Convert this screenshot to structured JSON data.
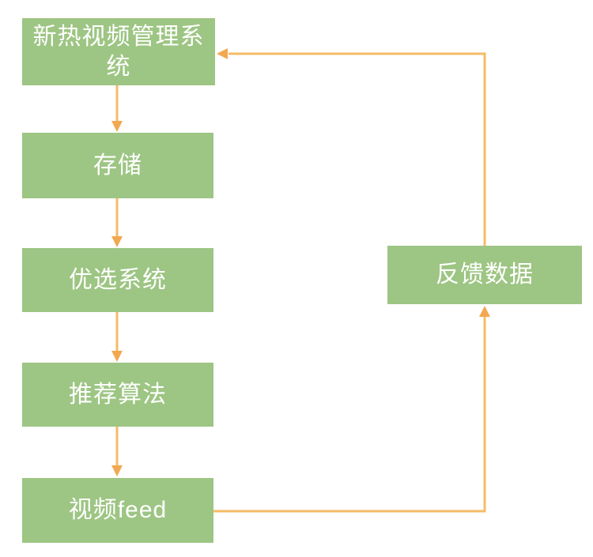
{
  "diagram": {
    "type": "flowchart",
    "background": "#FFFFFF",
    "colors": {
      "node_fill": "#9DC583",
      "node_text": "#FFFFFF",
      "connector_line": "#F5BB64",
      "connector_arrowhead": "#F2A851"
    },
    "nodes": [
      {
        "id": "management-system",
        "label": "新热视频管理系\n统"
      },
      {
        "id": "storage",
        "label": "存储"
      },
      {
        "id": "selection-system",
        "label": "优选系统"
      },
      {
        "id": "recommendation-algorithm",
        "label": "推荐算法"
      },
      {
        "id": "video-feed",
        "label": "视频feed"
      },
      {
        "id": "feedback-data",
        "label": "反馈数据"
      }
    ],
    "edges": [
      {
        "from": "management-system",
        "to": "storage",
        "direction": "down"
      },
      {
        "from": "storage",
        "to": "selection-system",
        "direction": "down"
      },
      {
        "from": "selection-system",
        "to": "recommendation-algorithm",
        "direction": "down"
      },
      {
        "from": "recommendation-algorithm",
        "to": "video-feed",
        "direction": "down"
      },
      {
        "from": "video-feed",
        "to": "feedback-data",
        "direction": "right-then-up"
      },
      {
        "from": "feedback-data",
        "to": "management-system",
        "direction": "up-then-left"
      }
    ]
  }
}
